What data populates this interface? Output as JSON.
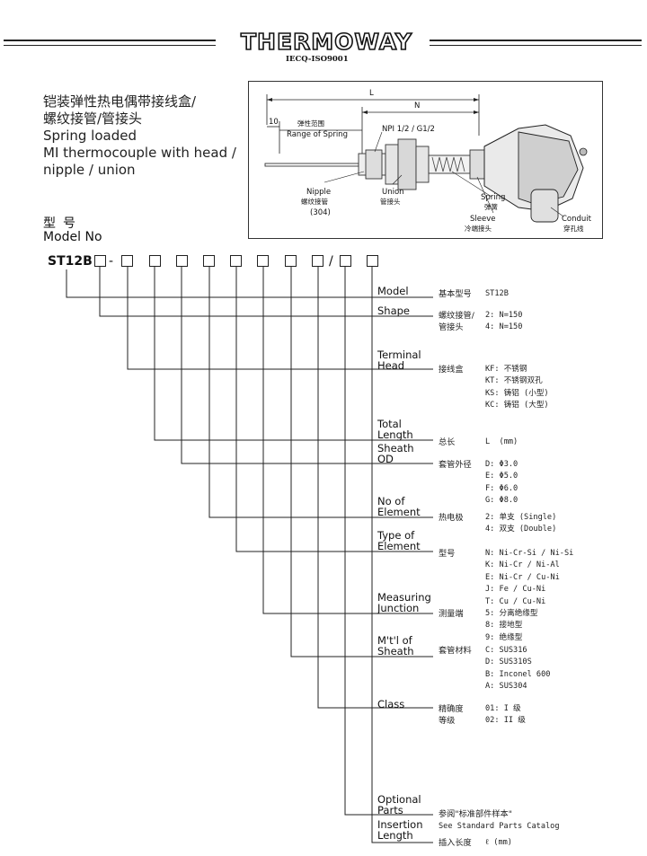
{
  "header": {
    "brand": "THERMOWAY",
    "cert": "IECQ-ISO9001"
  },
  "title": {
    "cn_line1": "铠装弹性热电偶带接线盒/",
    "cn_line2": "螺纹接管/管接头",
    "en_line1": "Spring loaded",
    "en_line2": "MI thermocouple with head /",
    "en_line3": "nipple / union"
  },
  "diagram": {
    "L": "L",
    "N": "N",
    "ten": "10",
    "range_cn": "弹性范围",
    "range_en": "Range of Spring",
    "npi": "NPI 1/2 / G1/2",
    "nipple_en": "Nipple",
    "nipple_cn": "螺纹接管",
    "nipple_mat": "(304)",
    "union_en": "Union",
    "union_cn": "管接头",
    "spring_en": "Spring",
    "spring_cn": "弹簧",
    "sleeve_en": "Sleeve",
    "sleeve_cn": "冷端接头",
    "conduit_en": "Conduit",
    "conduit_cn": "穿孔线"
  },
  "model": {
    "cn": "型号",
    "en": "Model No",
    "code": "ST12B",
    "dash": "-",
    "slash": "/"
  },
  "fields": [
    {
      "label": "Model",
      "cn": "基本型号",
      "values": "ST12B"
    },
    {
      "label": "Shape",
      "cn": "螺纹接管/\n管接头",
      "values": "2: N=150\n4: N=150"
    },
    {
      "label": "Terminal\nHead",
      "cn": "接线盒",
      "values": "KF: 不锈钢\nKT: 不锈钢双孔\nKS: 铸铝 (小型)\nKC: 铸铝 (大型)"
    },
    {
      "label": "Total\nLength",
      "cn": "总长",
      "values": "L  (mm)"
    },
    {
      "label": "Sheath\nOD",
      "cn": "套管外径",
      "values": "D: Φ3.0\nE: Φ5.0\nF: Φ6.0\nG: Φ8.0"
    },
    {
      "label": "No of\nElement",
      "cn": "热电极",
      "values": "2: 单支 (Single)\n4: 双支 (Double)"
    },
    {
      "label": "Type of\nElement",
      "cn": "型号",
      "values": "N: Ni-Cr-Si / Ni-Si\nK: Ni-Cr / Ni-Al\nE: Ni-Cr / Cu-Ni\nJ: Fe / Cu-Ni\nT: Cu / Cu-Ni"
    },
    {
      "label": "Measuring\nJunction",
      "cn": "测量端",
      "values": "5: 分离绝缘型\n8: 接地型\n9: 绝缘型"
    },
    {
      "label": "M't'l of\nSheath",
      "cn": "套管材料",
      "values": "C: SUS316\nD: SUS310S\nB: Inconel 600\nA: SUS304"
    },
    {
      "label": "Class",
      "cn": "精确度\n等级",
      "values": "01: I 级\n02: II 级"
    },
    {
      "label": "Optional\nParts",
      "cn": "参阅\"标准部件样本\"",
      "values": "See Standard Parts Catalog"
    },
    {
      "label": "Insertion\nLength",
      "cn": "插入长度",
      "values": "ℓ (mm)"
    }
  ]
}
